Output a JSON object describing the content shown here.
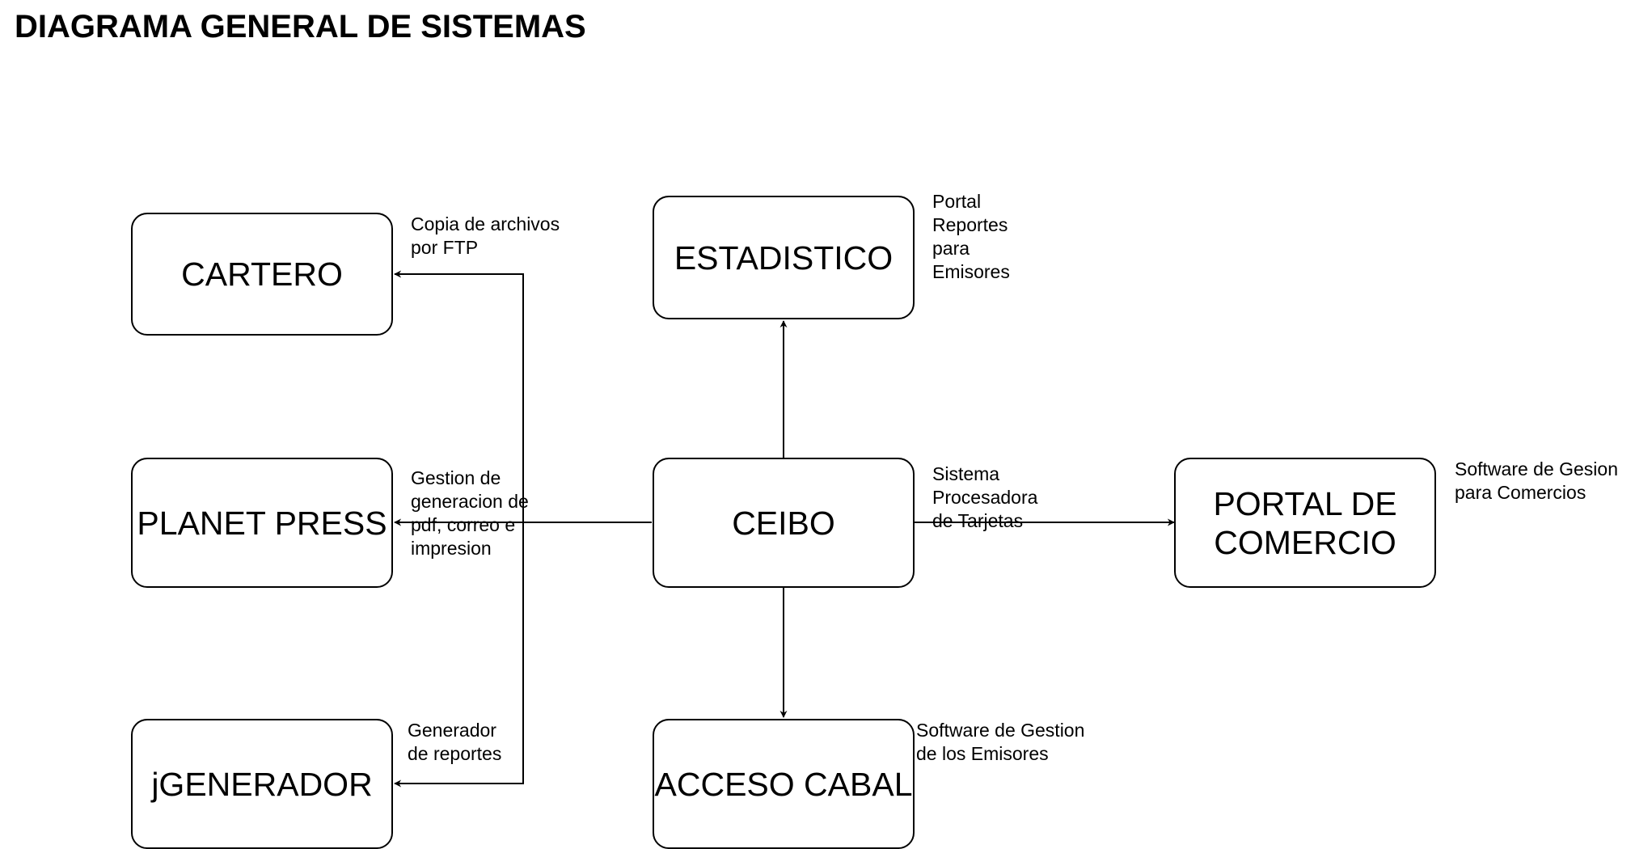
{
  "title": "DIAGRAMA GENERAL DE SISTEMAS",
  "nodes": {
    "cartero": "CARTERO",
    "planet_press": "PLANET PRESS",
    "jgenerador": "jGENERADOR",
    "estadistico": "ESTADISTICO",
    "ceibo": "CEIBO",
    "acceso_cabal": "ACCESO CABAL",
    "portal_comercio": "PORTAL DE\nCOMERCIO"
  },
  "notes": {
    "cartero": "Copia de archivos\npor FTP",
    "planet_press": "Gestion de\ngeneracion de\npdf, correo e\nimpresion",
    "jgenerador": "Generador\nde reportes",
    "estadistico": "Portal\nReportes\npara\nEmisores",
    "ceibo": "Sistema\nProcesadora\nde Tarjetas",
    "acceso_cabal": "Software de Gestion\nde los Emisores",
    "portal_comercio": "Software de Gesion\npara Comercios"
  },
  "colors": {
    "stroke": "#000000",
    "fill": "#ffffff"
  }
}
